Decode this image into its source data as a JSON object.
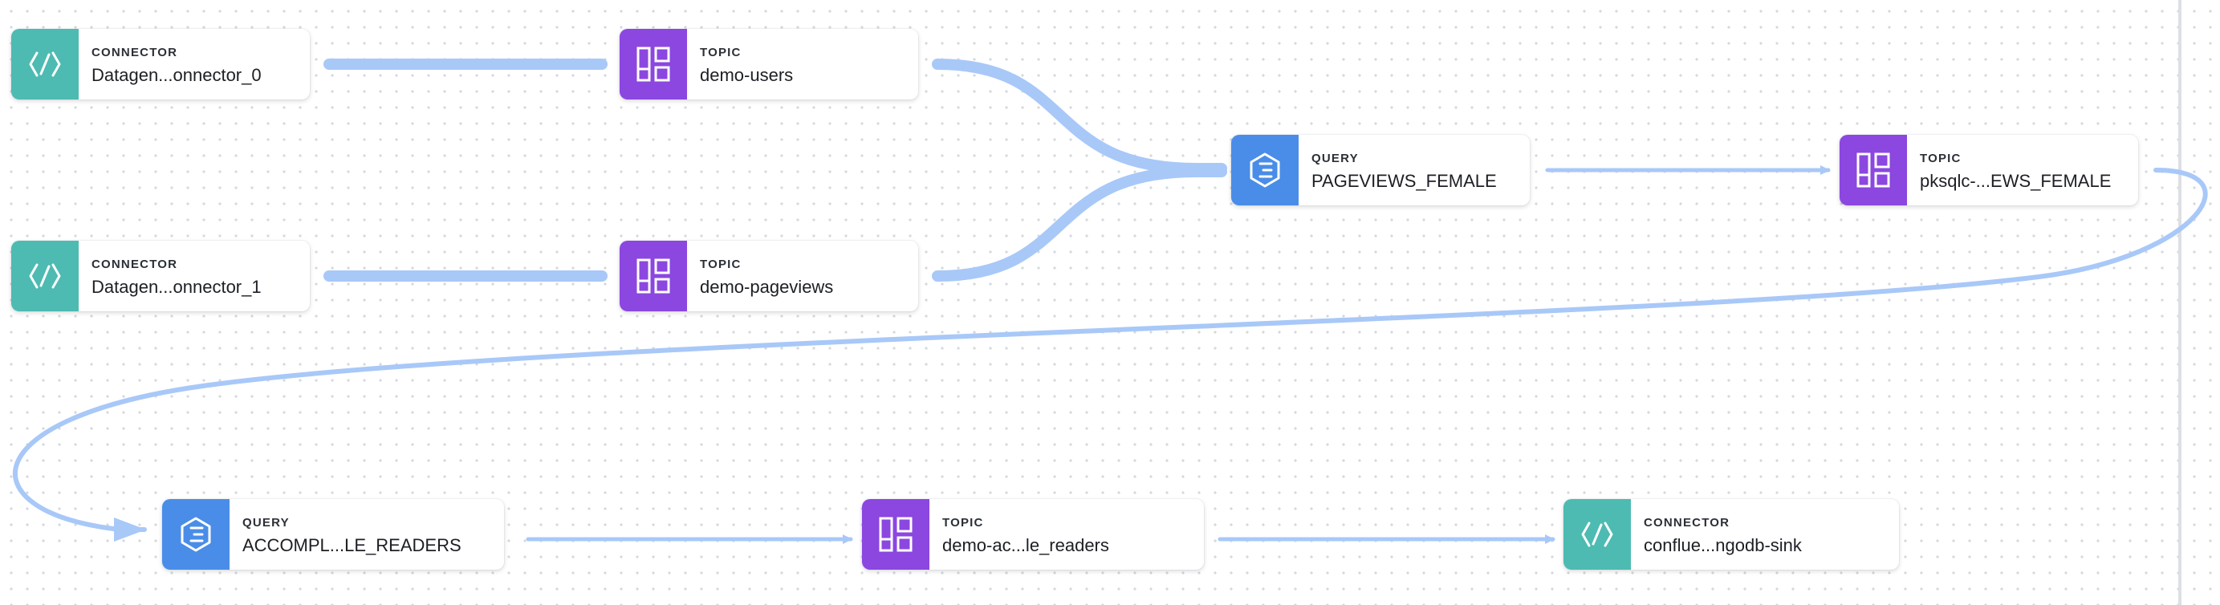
{
  "colors": {
    "connector": "#4dbbb2",
    "topic": "#8b47e0",
    "query": "#4a8de8",
    "edge": "#a8c8f8"
  },
  "nodes": [
    {
      "id": "n0",
      "kind": "CONNECTOR",
      "label": "Datagen...onnector_0",
      "icon": "connector-icon"
    },
    {
      "id": "n1",
      "kind": "TOPIC",
      "label": "demo-users",
      "icon": "topic-icon"
    },
    {
      "id": "n2",
      "kind": "CONNECTOR",
      "label": "Datagen...onnector_1",
      "icon": "connector-icon"
    },
    {
      "id": "n3",
      "kind": "TOPIC",
      "label": "demo-pageviews",
      "icon": "topic-icon"
    },
    {
      "id": "n4",
      "kind": "QUERY",
      "label": "PAGEVIEWS_FEMALE",
      "icon": "query-icon"
    },
    {
      "id": "n5",
      "kind": "TOPIC",
      "label": "pksqlc-...EWS_FEMALE",
      "icon": "topic-icon"
    },
    {
      "id": "n6",
      "kind": "QUERY",
      "label": "ACCOMPL...LE_READERS",
      "icon": "query-icon"
    },
    {
      "id": "n7",
      "kind": "TOPIC",
      "label": "demo-ac...le_readers",
      "icon": "topic-icon"
    },
    {
      "id": "n8",
      "kind": "CONNECTOR",
      "label": "conflue...ngodb-sink",
      "icon": "connector-icon"
    }
  ]
}
